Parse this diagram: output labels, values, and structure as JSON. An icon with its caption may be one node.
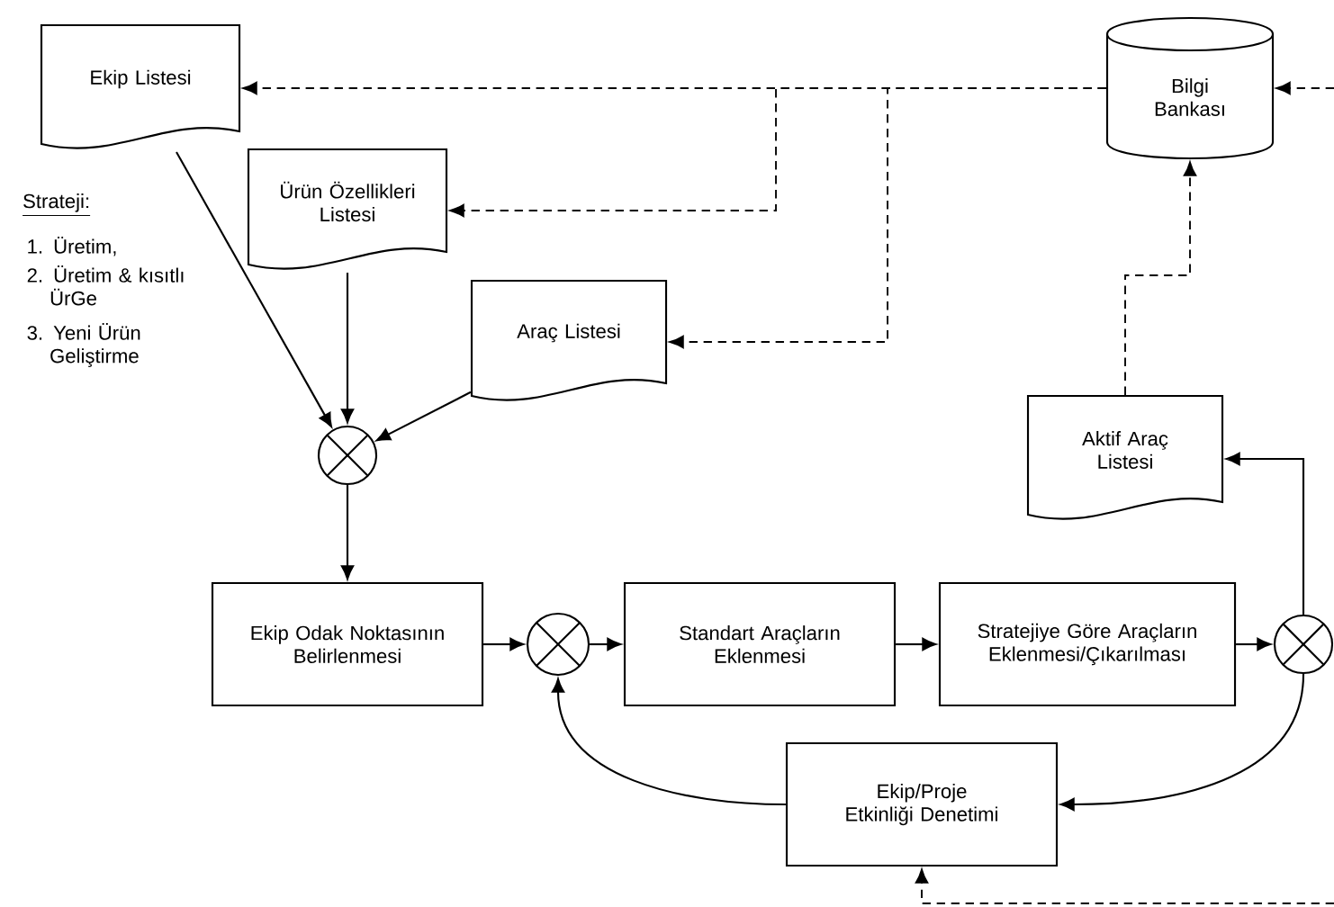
{
  "diagram": {
    "nodes": [
      {
        "text": [
          "Ekip Listesi"
        ]
      },
      {
        "text": [
          "Ürün Özellikleri Listesi"
        ]
      },
      {
        "text": [
          "Araç Listesi"
        ]
      },
      {
        "text": [
          "Bilgi Bankası"
        ]
      },
      {
        "text": [],
        "shape": "circle"
      },
      {
        "text": [
          "Aktif Araç Listesi"
        ]
      },
      {
        "text": [
          "Ekip Odak Noktasının Belirlenmesi"
        ]
      },
      {
        "text": [],
        "shape": "circle"
      },
      {
        "text": [
          "Standart Araçların Eklenmesi"
        ]
      },
      {
        "text": [
          "Stratejiye Göre Araçların Eklenmesi/Çıkarılması"
        ]
      },
      {
        "text": [],
        "shape": "circle"
      },
      {
        "text": [
          "Ekip/Proje Etkinliği Denetimi"
        ]
      }
    ],
    "edges": [
      {
        "from": 3,
        "to": 0,
        "arrow": "to",
        "style": "dashed"
      },
      {
        "from": 3,
        "to": 1,
        "arrow": "to",
        "style": "dashed"
      },
      {
        "from": 3,
        "to": 2,
        "arrow": "to",
        "style": "dashed"
      },
      {
        "from": null,
        "to": 3,
        "arrow": "to",
        "style": "dashed"
      },
      {
        "from": 5,
        "to": 3,
        "arrow": "to",
        "style": "dashed"
      },
      {
        "from": 0,
        "to": 4,
        "arrow": "to"
      },
      {
        "from": 1,
        "to": 4,
        "arrow": "to"
      },
      {
        "from": 2,
        "to": 4,
        "arrow": "to"
      },
      {
        "from": 4,
        "to": 6,
        "arrow": "to"
      },
      {
        "from": 6,
        "to": 7,
        "arrow": "to"
      },
      {
        "from": 7,
        "to": 8,
        "arrow": "to"
      },
      {
        "from": 8,
        "to": 9,
        "arrow": "to"
      },
      {
        "from": 9,
        "to": 10,
        "arrow": "to"
      },
      {
        "from": 10,
        "to": 5,
        "arrow": "to"
      },
      {
        "from": 10,
        "to": 11,
        "arrow": "to"
      },
      {
        "from": 11,
        "to": 7,
        "arrow": "to"
      },
      {
        "from": null,
        "to": 11,
        "arrow": "to",
        "style": "dashed"
      }
    ],
    "labels": [
      "Strateji:",
      "1. Üretim,",
      "2. Üretim & kısıtlı ÜrGe",
      "3. Yeni Ürün Geliştirme"
    ]
  }
}
